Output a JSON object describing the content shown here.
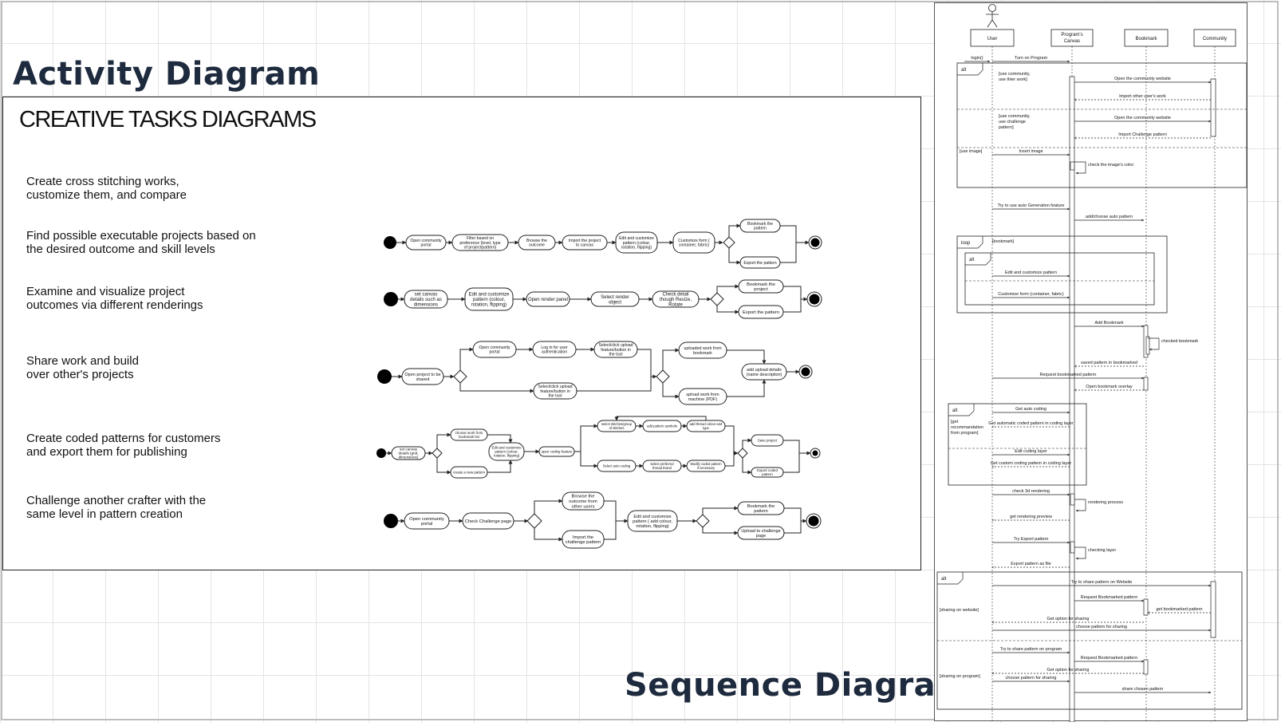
{
  "headings": {
    "activity": "Activity Diagram",
    "sequence": "Sequence Diagram"
  },
  "card": {
    "title": "CREATIVE TASKS DIAGRAMS"
  },
  "tasks": [
    {
      "text": "Create cross stitching works,\ncustomize them, and compare"
    },
    {
      "text": "Find possible executable projects based on\nthe desired outcome and skill levels"
    },
    {
      "text": "Examine and visualize project\noutcomes via different renderings"
    },
    {
      "text": "Share work and build\nover other's projects"
    },
    {
      "text": "Create coded patterns for customers\nand export them for publishing"
    },
    {
      "text": "Challenge another crafter with the\nsame level in pattern creation"
    }
  ],
  "flows": [
    {
      "nodes": [
        "Open community portal",
        "Filter based on preference (level, type of project/pattern)",
        "Browse the outcome",
        "Import the project to canvas",
        "Edit and customize pattern (colour, rotation, flipping)",
        "Customize form ( container, fabric)"
      ],
      "branches": [
        "Bookmark the pattern",
        "Export the pattern"
      ]
    },
    {
      "nodes": [
        "set canvas details such as dimensions",
        "Edit and customize pattern (colour, rotation, flipping)",
        "Open render panel",
        "Select render object",
        "Check detail though Resize, Rotate"
      ],
      "branches": [
        "Bookmark the project",
        "Export the pattern"
      ]
    },
    {
      "start": "Open project to be shared",
      "top": [
        "Open community portal",
        "Log in for user authentication",
        "Select/click upload feature/button in the tool"
      ],
      "bottom": "Select/click upload feature/button in the tool",
      "branches": [
        "uploaded work from bookmark",
        "upload work from machine (PDF)"
      ],
      "end": "add upload details (name description)"
    },
    {
      "start": "set canvas details (grid, dimensions)",
      "left": [
        "choose work from bookmark list",
        "create a new pattern"
      ],
      "middle": [
        "Edit and customize pattern (colour, rotation, flipping)",
        "open coding feature"
      ],
      "top": [
        "select stitches/group of stitches",
        "add pattern symbols",
        "add thread colour and type"
      ],
      "bottom": [
        "Select auto coding",
        "select preferred thread brand",
        "Modify coded pattern if necessary"
      ],
      "branches": [
        "Save project",
        "Export coded pattern"
      ]
    },
    {
      "nodes": [
        "Open community portal",
        "Check Challenge page"
      ],
      "choice": [
        "Browse the outcome from other users",
        "Import the challenge pattern"
      ],
      "edit": "Edit and customize pattern ( add colour, rotation, flipping)",
      "branches": [
        "Bookmark the pattern",
        "Upload to challenge page"
      ]
    }
  ],
  "sequence": {
    "lifelines": [
      "User",
      "Program's Canvas",
      "Bookmark",
      "Community"
    ],
    "fragments": [
      "alt",
      "loop",
      "alt",
      "alt",
      "alt"
    ],
    "guards": [
      "[use community, use thier work]",
      "[use community, use challenge pattern]",
      "[use image]",
      "[bookmark]",
      "[get recommandation from program]",
      "[sharing on website]",
      "[sharing on program]"
    ],
    "messages": [
      "login()",
      "Turn on Program",
      "Open the community website",
      "Import other user's work",
      "Open the community website",
      "Import Challenge pattern",
      "Insert image",
      "check the image's color",
      "Try to use auto Generation feature",
      "add/choose auto pattern",
      "Edit and customize pattern",
      "Customize form (container, fabric)",
      "Add Bookmark",
      "checked bookmark",
      "saved pattern in bookmarked",
      "Request bookmarked pattern",
      "Open bookmark overlay",
      "Get auto coding",
      "Get automatic coded pattern in coding layer",
      "Edit coding layer",
      "Get custom coding pattern in coding layer",
      "check 3d rendering",
      "rendering process",
      "get rendering preview",
      "Try Export pattern",
      "checking layer",
      "Export pattern as file",
      "Try to share pattern on Website",
      "Request Bookmarked pattern",
      "get bookmarked pattern",
      "Get option for sharing",
      "choose pattern for sharing",
      "Try to share pattern on program",
      "Request Bookmarked pattern",
      "Get option for sharing",
      "choose pattern for sharing",
      "share chosen pattern"
    ]
  }
}
